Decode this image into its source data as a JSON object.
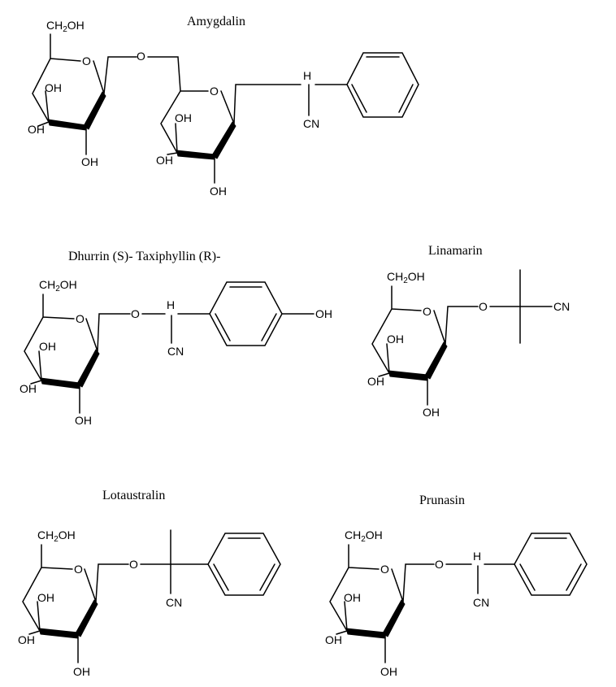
{
  "structures": [
    {
      "name": "Amygdalin",
      "labels": {
        "ch2oh_prefix": "CH",
        "ch2oh_sub": "2",
        "ch2oh_suffix": "OH",
        "ring1_o": "O",
        "ring1_oh_top": "OH",
        "ring1_oh_left": "OH",
        "ring1_oh_bottom": "OH",
        "link_o": "O",
        "ring2_o": "O",
        "ring2_oh_top": "OH",
        "ring2_oh_left": "OH",
        "ring2_oh_bottom": "OH",
        "h": "H",
        "cn": "CN"
      }
    },
    {
      "name": "Dhurrin (S)- Taxiphyllin (R)-",
      "labels": {
        "ch2oh_prefix": "CH",
        "ch2oh_sub": "2",
        "ch2oh_suffix": "OH",
        "ring_o": "O",
        "oh_top": "OH",
        "oh_left": "OH",
        "oh_bottom": "OH",
        "link_o": "O",
        "h": "H",
        "cn": "CN",
        "phenol_oh": "OH"
      }
    },
    {
      "name": "Linamarin",
      "labels": {
        "ch2oh_prefix": "CH",
        "ch2oh_sub": "2",
        "ch2oh_suffix": "OH",
        "ring_o": "O",
        "oh_top": "OH",
        "oh_left": "OH",
        "oh_bottom": "OH",
        "link_o": "O",
        "cn": "CN"
      }
    },
    {
      "name": "Lotaustralin",
      "labels": {
        "ch2oh_prefix": "CH",
        "ch2oh_sub": "2",
        "ch2oh_suffix": "OH",
        "ring_o": "O",
        "oh_top": "OH",
        "oh_left": "OH",
        "oh_bottom": "OH",
        "link_o": "O",
        "cn": "CN"
      }
    },
    {
      "name": "Prunasin",
      "labels": {
        "ch2oh_prefix": "CH",
        "ch2oh_sub": "2",
        "ch2oh_suffix": "OH",
        "ring_o": "O",
        "oh_top": "OH",
        "oh_left": "OH",
        "oh_bottom": "OH",
        "link_o": "O",
        "h": "H",
        "cn": "CN"
      }
    }
  ]
}
